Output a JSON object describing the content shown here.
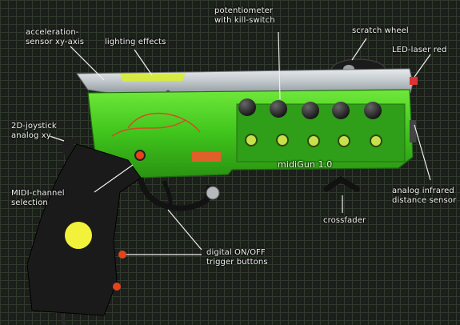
{
  "product": {
    "name_plate": "midiGun 1.0",
    "body_color": "#3fd11c",
    "grip_color": "#1a1a1a",
    "button_color": "#f2f23a",
    "trigger_button_color": "#e8421c",
    "plate_color": "#c9cfd3"
  },
  "labels": {
    "acceleration_sensor": "acceleration-\nsensor xy-axis",
    "lighting_effects": "lighting effects",
    "potentiometer": "potentiometer\nwith kill-switch",
    "scratch_wheel": "scratch wheel",
    "led_laser": "LED-laser red",
    "joystick": "2D-joystick\nanalog xy",
    "midi_channel": "MIDI-channel\nselection",
    "infrared_sensor": "analog infrared\ndistance sensor",
    "crossfader": "crossfader",
    "trigger_buttons": "digital ON/OFF\ntrigger buttons"
  }
}
